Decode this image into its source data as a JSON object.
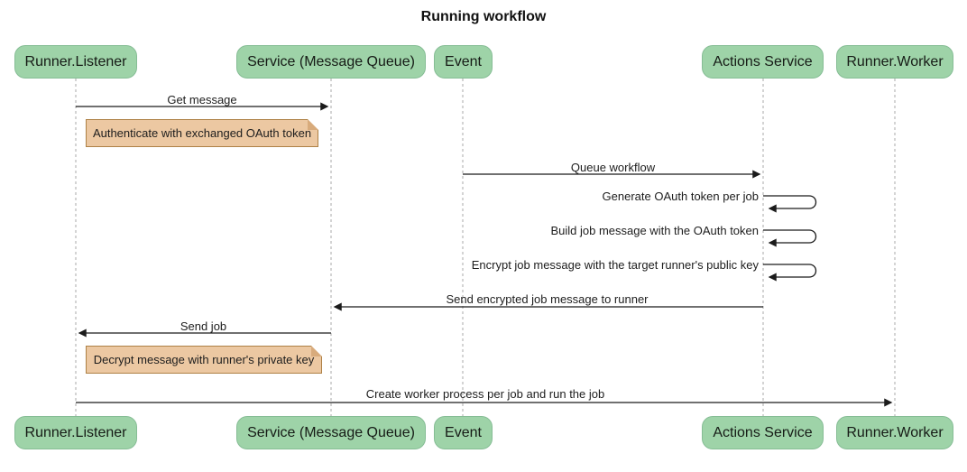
{
  "title": "Running workflow",
  "participants": [
    {
      "name": "Runner.Listener"
    },
    {
      "name": "Service (Message Queue)"
    },
    {
      "name": "Event"
    },
    {
      "name": "Actions Service"
    },
    {
      "name": "Runner.Worker"
    }
  ],
  "messages": [
    {
      "label": "Get message",
      "from": "Runner.Listener",
      "to": "Service (Message Queue)",
      "type": "solid-arrow"
    },
    {
      "label": "Queue workflow",
      "from": "Event",
      "to": "Actions Service",
      "type": "solid-arrow"
    },
    {
      "label": "Generate OAuth token per job",
      "from": "Actions Service",
      "to": "Actions Service",
      "type": "self-arrow"
    },
    {
      "label": "Build job message with the OAuth token",
      "from": "Actions Service",
      "to": "Actions Service",
      "type": "self-arrow"
    },
    {
      "label": "Encrypt job message with the target runner's public key",
      "from": "Actions Service",
      "to": "Actions Service",
      "type": "self-arrow"
    },
    {
      "label": "Send encrypted job message to runner",
      "from": "Actions Service",
      "to": "Service (Message Queue)",
      "type": "solid-arrow"
    },
    {
      "label": "Send job",
      "from": "Service (Message Queue)",
      "to": "Runner.Listener",
      "type": "solid-arrow"
    },
    {
      "label": "Create worker process per job and run the job",
      "from": "Runner.Listener",
      "to": "Runner.Worker",
      "type": "solid-arrow"
    }
  ],
  "notes": [
    {
      "text": "Authenticate with exchanged OAuth token",
      "over": "Runner.Listener"
    },
    {
      "text": "Decrypt message with runner's private key",
      "over": "Runner.Listener"
    }
  ],
  "colors": {
    "participant_fill": "#9ed3a8",
    "participant_border": "#86bd95",
    "note_fill": "#ecc8a2",
    "note_border": "#ae8146",
    "arrow": "#1b1b1b",
    "lifeline": "#a8a8a8",
    "background": "#ffffff"
  }
}
